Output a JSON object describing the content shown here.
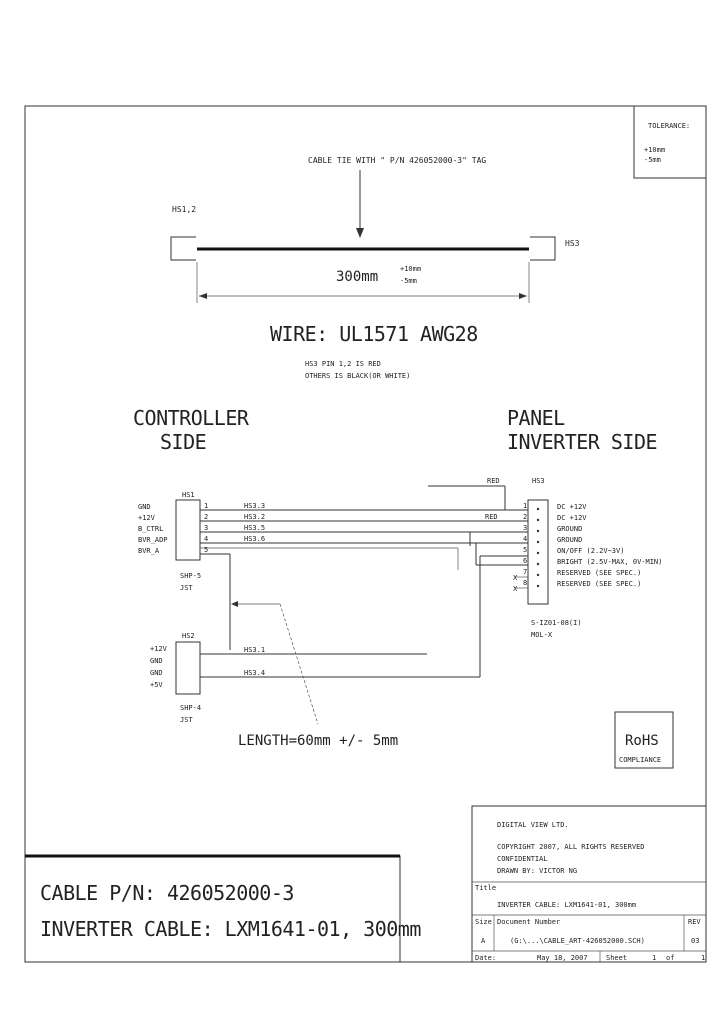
{
  "tolerance_box": {
    "title": "TOLERANCE:",
    "lines": [
      "+10mm",
      "-5mm"
    ]
  },
  "cable": {
    "tie_note": "CABLE TIE WITH \" P/N 426052000-3\" TAG",
    "left_label": "HS1,2",
    "right_label": "HS3",
    "length": "300mm",
    "length_tol": [
      "+10mm",
      "-5mm"
    ],
    "wire": "WIRE: UL1571 AWG28",
    "wire_notes": [
      "HS3 PIN 1,2 IS RED",
      "OTHERS IS BLACK(OR WHITE)"
    ]
  },
  "controller_side": {
    "title_lines": [
      "CONTROLLER",
      "SIDE"
    ]
  },
  "panel_side": {
    "title_lines": [
      "PANEL",
      "INVERTER SIDE"
    ]
  },
  "hs1": {
    "name": "HS1",
    "signals": [
      "GND",
      "+12V",
      "B_CTRL",
      "BVR_ADP",
      "BVR_A"
    ],
    "pins": [
      "1",
      "2",
      "3",
      "4",
      "5"
    ],
    "part": [
      "SHP-5",
      "JST"
    ]
  },
  "hs2": {
    "name": "HS2",
    "signals": [
      "+12V",
      "GND",
      "GND",
      "+5V"
    ],
    "part": [
      "SHP-4",
      "JST"
    ]
  },
  "hs3": {
    "name": "HS3",
    "pins": [
      "1",
      "2",
      "3",
      "4",
      "5",
      "6",
      "7",
      "8"
    ],
    "functions": [
      "DC +12V",
      "DC +12V",
      "GROUND",
      "GROUND",
      "ON/OFF (2.2V~3V)",
      "BRIGHT (2.5V-MAX, 0V-MIN)",
      "RESERVED (SEE SPEC.)",
      "RESERVED (SEE SPEC.)"
    ],
    "part": [
      "S-IZ01-08(I)",
      "MOL-X"
    ]
  },
  "wires": {
    "hs1": [
      "HS3.3",
      "HS3.2",
      "HS3.5",
      "HS3.6"
    ],
    "hs2": [
      "HS3.1",
      "HS3.4"
    ],
    "red_labels": [
      "RED",
      "RED"
    ],
    "no_connect": [
      "X",
      "X"
    ]
  },
  "length_note": "LENGTH=60mm +/- 5mm",
  "rohs": {
    "title": "RoHS",
    "subtitle": "COMPLIANCE"
  },
  "part_block": {
    "line1": "CABLE P/N: 426052000-3",
    "line2": "INVERTER CABLE: LXM1641-01, 300mm"
  },
  "title_block": {
    "company": "DIGITAL VIEW LTD.",
    "copyright": "COPYRIGHT 2007, ALL RIGHTS RESERVED",
    "confidential": "CONFIDENTIAL",
    "drawn_by": "DRAWN BY: VICTOR NG",
    "title_label": "Title",
    "title_value": "INVERTER CABLE: LXM1641-01, 300mm",
    "size_label": "Size",
    "size_value": "A",
    "docnum_label": "Document Number",
    "docnum_value": "(G:\\...\\CABLE_ART-426052000.SCH)",
    "rev_label": "REV",
    "rev_value": "03",
    "date_label": "Date:",
    "date_value": "May 18, 2007",
    "sheet_label": "Sheet",
    "sheet_value": "1",
    "of_label": "of",
    "of_value": "1"
  }
}
